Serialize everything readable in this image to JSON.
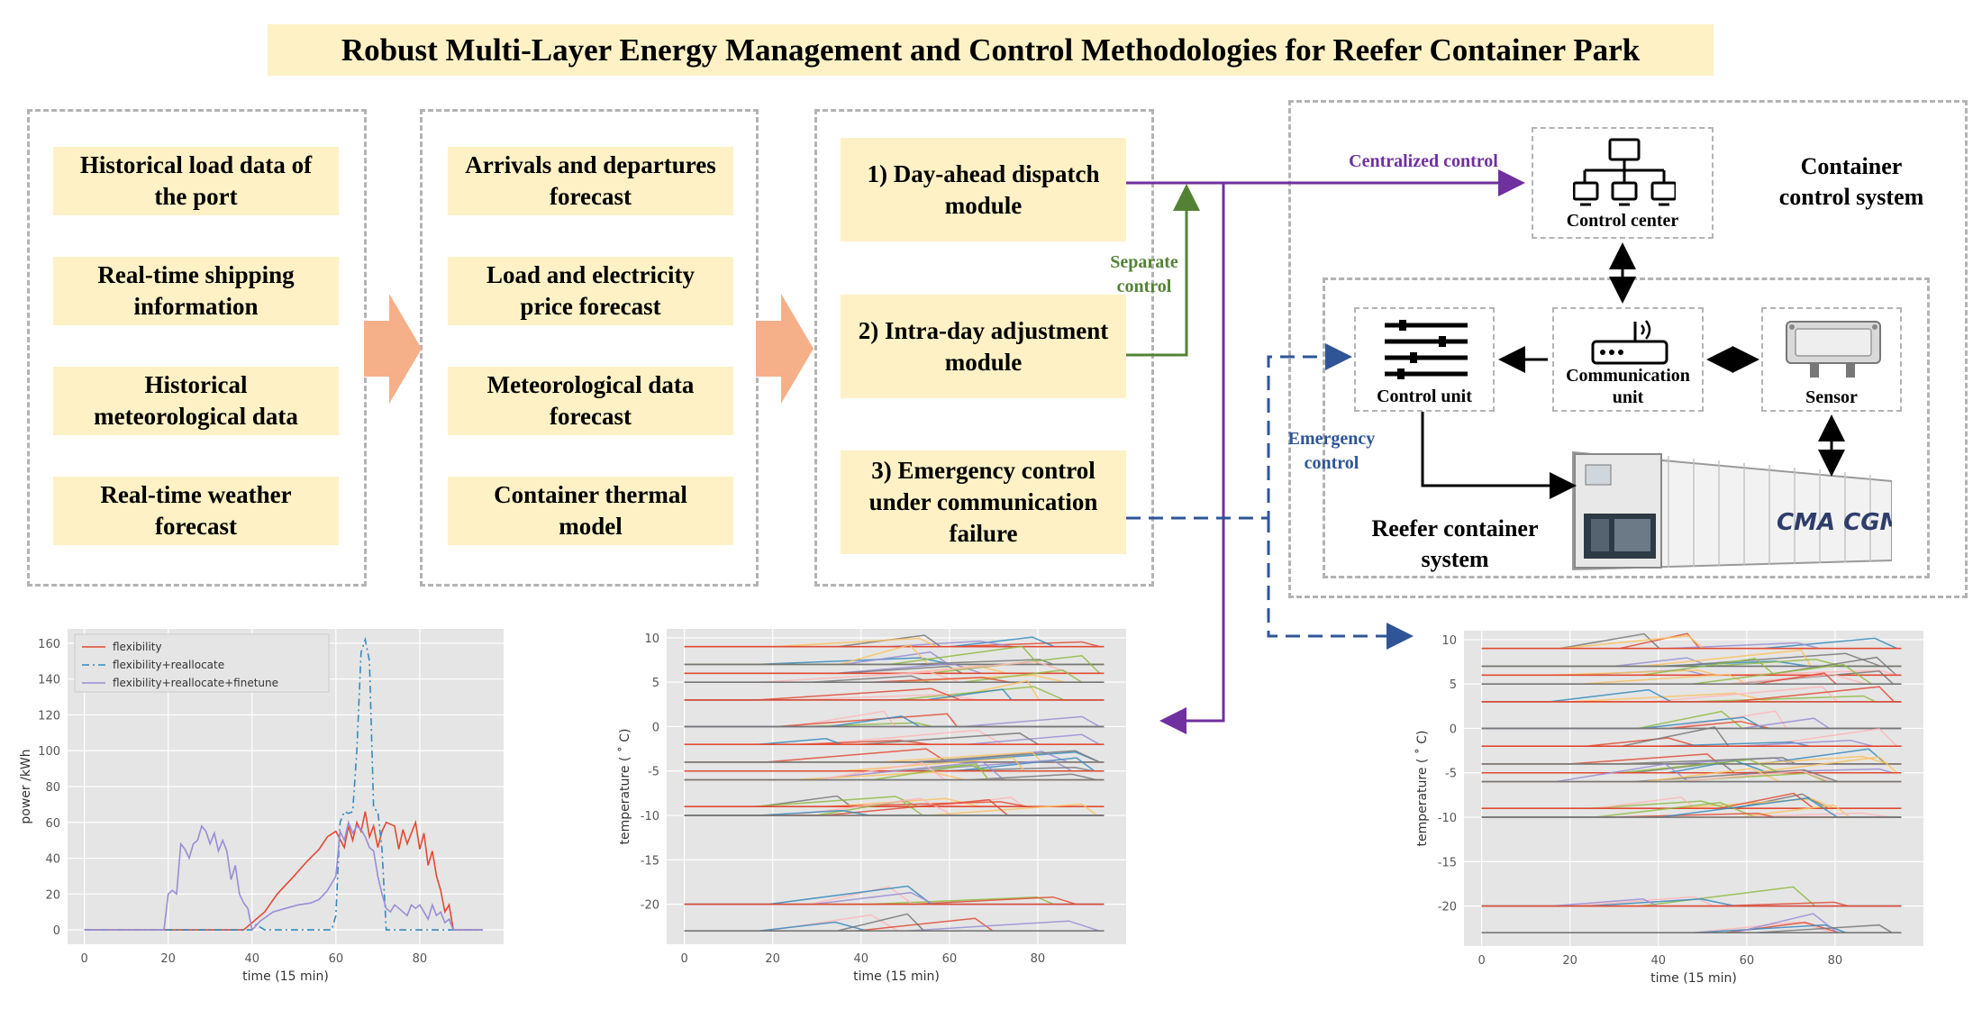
{
  "title": "Robust Multi-Layer Energy Management and Control Methodologies for Reefer Container Park",
  "column1": [
    "Historical load data of\nthe port",
    "Real-time shipping\ninformation",
    "Historical\nmeteorological data",
    "Real-time weather\nforecast"
  ],
  "column2": [
    "Arrivals and departures\nforecast",
    "Load and electricity\nprice forecast",
    "Meteorological data\nforecast",
    "Container thermal\nmodel"
  ],
  "modules": [
    "1) Day-ahead dispatch\nmodule",
    "2) Intra-day adjustment\nmodule",
    "3) Emergency control\nunder communication\nfailure"
  ],
  "arrows": {
    "centralized": "Centralized control",
    "separate": "Separate\ncontrol",
    "emergency": "Emergency\ncontrol"
  },
  "system": {
    "container_control_system": "Container\ncontrol system",
    "control_center": "Control center",
    "control_unit": "Control unit",
    "communication_unit": "Communication\nunit",
    "sensor": "Sensor",
    "reefer_system": "Reefer container\nsystem",
    "container_brand": "CMA CGM"
  },
  "colors": {
    "box_fill": "#fdf1c5",
    "arrow_fill": "#f5b08a",
    "centralized": "#7030a0",
    "separate": "#548235",
    "emergency": "#2f5597"
  },
  "chart_data": [
    {
      "type": "line",
      "xlabel": "time (15 min)",
      "ylabel": "power /kWh",
      "xlim": [
        -4,
        100
      ],
      "ylim": [
        -8,
        168
      ],
      "xticks": [
        0,
        20,
        40,
        60,
        80
      ],
      "yticks": [
        0,
        20,
        40,
        60,
        80,
        100,
        120,
        140,
        160
      ],
      "grid": true,
      "legend": "top-left",
      "series": [
        {
          "name": "flexibility",
          "color": "#e24a33",
          "dash": "solid",
          "points": [
            [
              0,
              0
            ],
            [
              38,
              0
            ],
            [
              40,
              4
            ],
            [
              43,
              10
            ],
            [
              46,
              20
            ],
            [
              50,
              30
            ],
            [
              53,
              38
            ],
            [
              56,
              45
            ],
            [
              58,
              52
            ],
            [
              60,
              55
            ],
            [
              62,
              46
            ],
            [
              63,
              58
            ],
            [
              64,
              50
            ],
            [
              65,
              60
            ],
            [
              66,
              55
            ],
            [
              67,
              66
            ],
            [
              68,
              52
            ],
            [
              69,
              58
            ],
            [
              70,
              46
            ],
            [
              71,
              55
            ],
            [
              72,
              60
            ],
            [
              74,
              58
            ],
            [
              75,
              45
            ],
            [
              76,
              56
            ],
            [
              77,
              48
            ],
            [
              78,
              54
            ],
            [
              79,
              60
            ],
            [
              80,
              45
            ],
            [
              81,
              54
            ],
            [
              82,
              36
            ],
            [
              83,
              44
            ],
            [
              84,
              30
            ],
            [
              85,
              22
            ],
            [
              86,
              10
            ],
            [
              87,
              14
            ],
            [
              88,
              0
            ],
            [
              95,
              0
            ]
          ]
        },
        {
          "name": "flexibility+reallocate",
          "color": "#348abd",
          "dash": "8,4,2,4",
          "points": [
            [
              0,
              0
            ],
            [
              40,
              0
            ],
            [
              41,
              3
            ],
            [
              43,
              0
            ],
            [
              59,
              0
            ],
            [
              60,
              8
            ],
            [
              61,
              60
            ],
            [
              62,
              66
            ],
            [
              63,
              65
            ],
            [
              64,
              66
            ],
            [
              65,
              100
            ],
            [
              66,
              155
            ],
            [
              67,
              162
            ],
            [
              68,
              150
            ],
            [
              69,
              68
            ],
            [
              70,
              66
            ],
            [
              71,
              45
            ],
            [
              72,
              0
            ],
            [
              95,
              0
            ]
          ]
        },
        {
          "name": "flexibility+reallocate+finetune",
          "color": "#988ed5",
          "dash": "solid",
          "points": [
            [
              0,
              0
            ],
            [
              19,
              0
            ],
            [
              20,
              20
            ],
            [
              21,
              22
            ],
            [
              22,
              20
            ],
            [
              23,
              48
            ],
            [
              24,
              45
            ],
            [
              25,
              40
            ],
            [
              26,
              48
            ],
            [
              27,
              50
            ],
            [
              28,
              58
            ],
            [
              29,
              55
            ],
            [
              30,
              48
            ],
            [
              31,
              54
            ],
            [
              32,
              44
            ],
            [
              33,
              50
            ],
            [
              34,
              44
            ],
            [
              35,
              28
            ],
            [
              36,
              36
            ],
            [
              37,
              20
            ],
            [
              38,
              15
            ],
            [
              39,
              12
            ],
            [
              40,
              0
            ],
            [
              42,
              5
            ],
            [
              45,
              10
            ],
            [
              48,
              12
            ],
            [
              51,
              14
            ],
            [
              54,
              15
            ],
            [
              56,
              17
            ],
            [
              58,
              22
            ],
            [
              60,
              30
            ],
            [
              61,
              55
            ],
            [
              62,
              50
            ],
            [
              63,
              60
            ],
            [
              64,
              54
            ],
            [
              65,
              58
            ],
            [
              66,
              56
            ],
            [
              67,
              52
            ],
            [
              68,
              46
            ],
            [
              69,
              44
            ],
            [
              70,
              30
            ],
            [
              71,
              20
            ],
            [
              72,
              12
            ],
            [
              73,
              10
            ],
            [
              74,
              14
            ],
            [
              75,
              12
            ],
            [
              76,
              10
            ],
            [
              77,
              8
            ],
            [
              78,
              14
            ],
            [
              79,
              12
            ],
            [
              80,
              14
            ],
            [
              81,
              10
            ],
            [
              82,
              6
            ],
            [
              83,
              14
            ],
            [
              84,
              8
            ],
            [
              85,
              10
            ],
            [
              86,
              4
            ],
            [
              87,
              6
            ],
            [
              88,
              0
            ],
            [
              95,
              0
            ]
          ]
        }
      ]
    },
    {
      "type": "line",
      "xlabel": "time (15 min)",
      "ylabel": "temperature ( ˚ C)",
      "xlim": [
        -4,
        100
      ],
      "ylim": [
        -24.5,
        11
      ],
      "xticks": [
        0,
        20,
        40,
        60,
        80
      ],
      "yticks": [
        10,
        5,
        0,
        -5,
        -10,
        -15,
        -20
      ],
      "grid": true,
      "baselines": [
        9,
        7,
        6,
        5,
        3,
        0,
        -2,
        -4,
        -5,
        -6,
        -9,
        -10,
        -20,
        -23
      ],
      "palette": [
        "#e24a33",
        "#348abd",
        "#988ed5",
        "#777777",
        "#fbc15e",
        "#8eba42",
        "#ffb5b8"
      ]
    },
    {
      "type": "line",
      "xlabel": "time (15 min)",
      "ylabel": "temperature ( ˚ C)",
      "xlim": [
        -4,
        100
      ],
      "ylim": [
        -24.5,
        11
      ],
      "xticks": [
        0,
        20,
        40,
        60,
        80
      ],
      "yticks": [
        10,
        5,
        0,
        -5,
        -10,
        -15,
        -20
      ],
      "grid": true,
      "baselines": [
        9,
        7,
        6,
        5,
        3,
        0,
        -2,
        -4,
        -5,
        -6,
        -9,
        -10,
        -20,
        -23
      ],
      "palette": [
        "#e24a33",
        "#348abd",
        "#988ed5",
        "#777777",
        "#fbc15e",
        "#8eba42",
        "#ffb5b8"
      ]
    }
  ]
}
